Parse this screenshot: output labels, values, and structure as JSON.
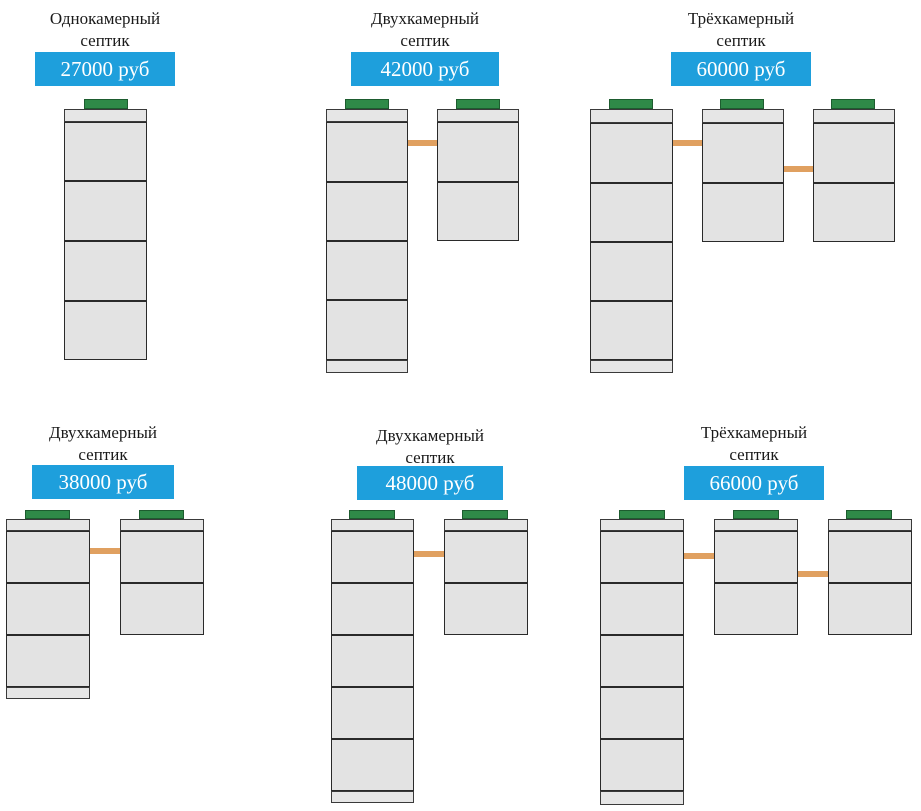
{
  "septics": [
    {
      "title_line1": "Однокамерный",
      "title_line2": "септик",
      "price": "27000 руб"
    },
    {
      "title_line1": "Двухкамерный",
      "title_line2": "септик",
      "price": "42000 руб"
    },
    {
      "title_line1": "Трёхкамерный",
      "title_line2": "септик",
      "price": "60000 руб"
    },
    {
      "title_line1": "Двухкамерный",
      "title_line2": "септик",
      "price": "38000 руб"
    },
    {
      "title_line1": "Двухкамерный",
      "title_line2": "септик",
      "price": "48000 руб"
    },
    {
      "title_line1": "Трёхкамерный",
      "title_line2": "септик",
      "price": "66000 руб"
    }
  ],
  "colors": {
    "price_background": "#1e9fdc",
    "lid": "#2f8a48",
    "pipe": "#e0a060",
    "ring": "#e3e3e3"
  }
}
